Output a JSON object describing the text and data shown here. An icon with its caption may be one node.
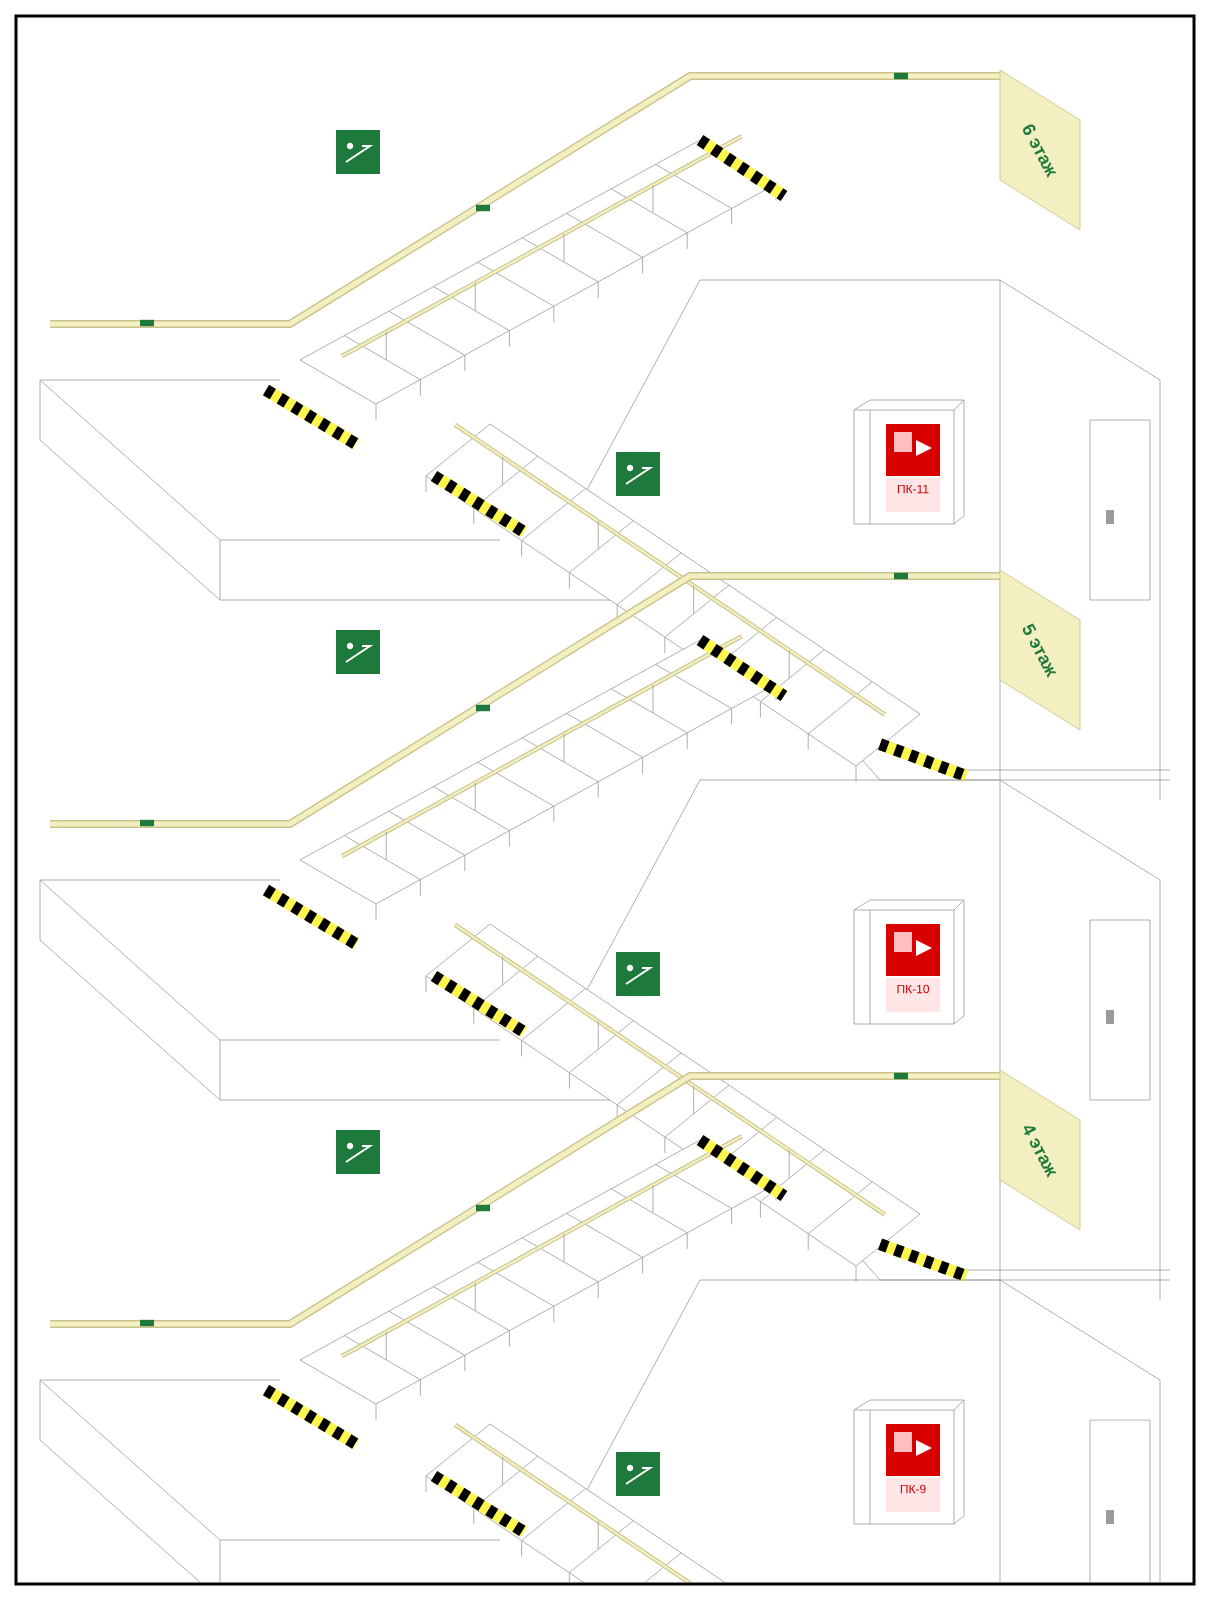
{
  "diagram": {
    "labels": [
      "6 этаж",
      "ПК-11",
      "5 этаж",
      "ПК-10",
      "4 этаж",
      "ПК-9"
    ]
  }
}
